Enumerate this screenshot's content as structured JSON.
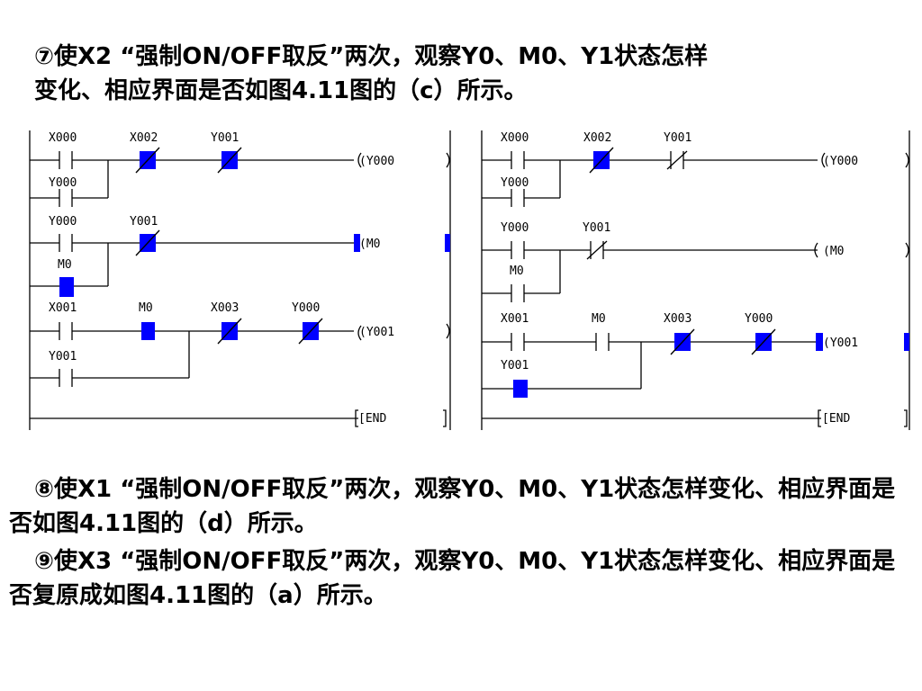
{
  "instructions": {
    "step7_line1": "⑦使X2 “强制ON/OFF取反”两次，观察Y0、M0、Y1状态怎样",
    "step7_line2": "变化、相应界面是否如图4.11图的（c）所示。",
    "step8": "⑧使X1 “强制ON/OFF取反”两次，观察Y0、M0、Y1状态怎样变化、相应界面是否如图4.11图的（d）所示。",
    "step9": "⑨使X3 “强制ON/OFF取反”两次，观察Y0、M0、Y1状态怎样变化、相应界面是否复原成如图4.11图的（a）所示。"
  },
  "diagram_left": {
    "x000": "X000",
    "x002": "X002",
    "y001a": "Y001",
    "coil_y000": "(Y000",
    "y000_latch": "Y000",
    "y000_b": "Y000",
    "y001_b": "Y001",
    "coil_m0": "(M0",
    "m0_latch": "M0",
    "x001": "X001",
    "m0_c": "M0",
    "x003": "X003",
    "y000_c": "Y000",
    "coil_y001": "(Y001",
    "y001_latch": "Y001",
    "end": "[END"
  },
  "diagram_right": {
    "x000": "X000",
    "x002": "X002",
    "y001a": "Y001",
    "coil_y000": "(Y000",
    "y000_latch": "Y000",
    "y000_b": "Y000",
    "y001_b": "Y001",
    "coil_m0": "(M0",
    "m0_latch": "M0",
    "x001": "X001",
    "m0_c": "M0",
    "x003": "X003",
    "y000_c": "Y000",
    "coil_y001": "(Y001",
    "y001_latch": "Y001",
    "end": "[END"
  },
  "colors": {
    "highlight": "#0000ff",
    "line": "#000000"
  }
}
